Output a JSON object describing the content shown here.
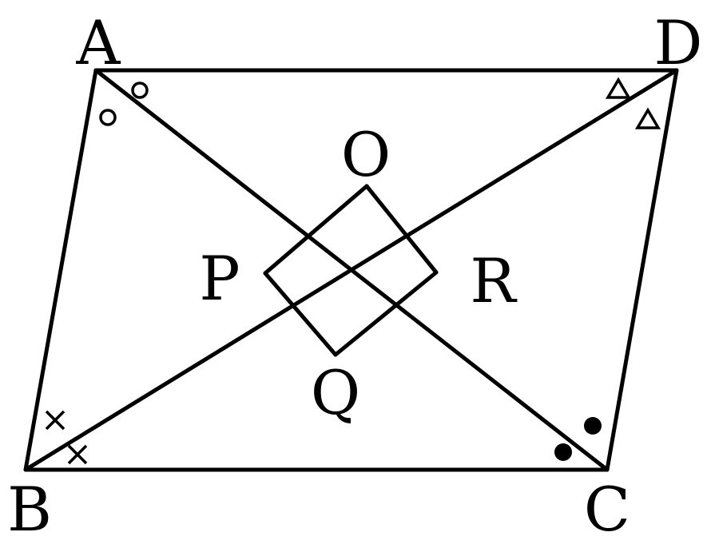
{
  "diagram": {
    "colors": {
      "stroke": "#000000",
      "background": "#ffffff"
    },
    "points": {
      "A": {
        "label": "A"
      },
      "B": {
        "label": "B"
      },
      "C": {
        "label": "C"
      },
      "D": {
        "label": "D"
      },
      "O": {
        "label": "O"
      },
      "P": {
        "label": "P"
      },
      "Q": {
        "label": "Q"
      },
      "R": {
        "label": "R"
      }
    },
    "segments": [
      [
        "A",
        "D"
      ],
      [
        "D",
        "C"
      ],
      [
        "C",
        "B"
      ],
      [
        "B",
        "A"
      ],
      [
        "A",
        "C"
      ],
      [
        "B",
        "D"
      ],
      [
        "P",
        "O"
      ],
      [
        "O",
        "R"
      ],
      [
        "R",
        "Q"
      ],
      [
        "Q",
        "P"
      ]
    ],
    "angle_marks": {
      "A": {
        "symbol": "circle",
        "count": 2
      },
      "D": {
        "symbol": "triangle",
        "count": 2
      },
      "B": {
        "symbol": "cross",
        "count": 2
      },
      "C": {
        "symbol": "dot",
        "count": 2
      }
    }
  }
}
